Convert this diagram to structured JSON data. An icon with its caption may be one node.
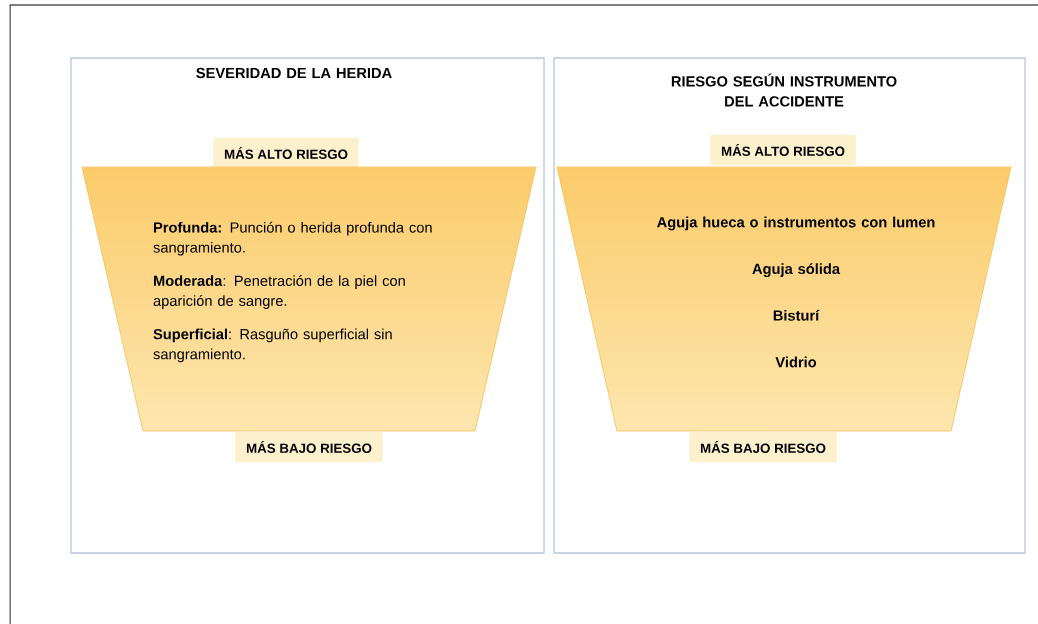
{
  "diagram": {
    "nodes": [
      {
        "text": [
          "SEVERIDAD DE LA HERIDA"
        ]
      },
      {
        "text": [
          "MÁS ALTO RIESGO"
        ],
        "in": 0
      },
      {
        "text": [
          "**Profunda:** Punción o herida profunda con sangramiento.",
          "**Moderada**: Penetración de la piel con aparición de sangre.",
          "**Superficial**: Rasguño superficial sin sangramiento."
        ],
        "in": 0
      },
      {
        "text": [
          "MÁS BAJO RIESGO"
        ],
        "in": 0
      },
      {
        "text": [
          "RIESGO SEGÚN INSTRUMENTO DEL ACCIDENTE"
        ]
      },
      {
        "text": [
          "MÁS ALTO RIESGO"
        ],
        "in": 4
      },
      {
        "text": [
          "Aguja hueca o instrumentos con lumen",
          "Aguja sólida",
          "Bisturí",
          "Vidrio"
        ],
        "in": 4
      },
      {
        "text": [
          "MÁS BAJO RIESGO"
        ],
        "in": 4
      }
    ]
  }
}
